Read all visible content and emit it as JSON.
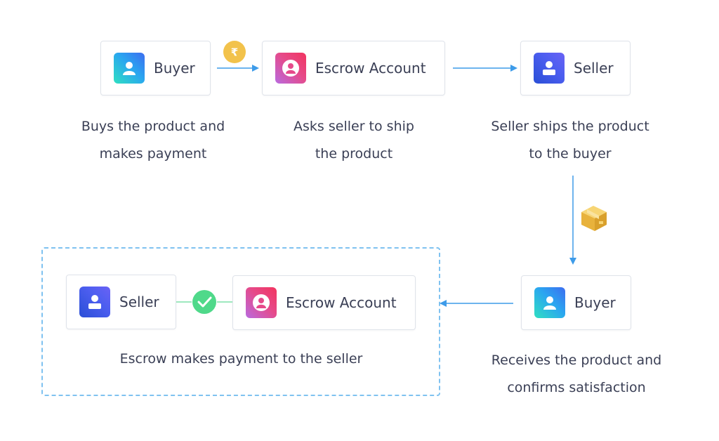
{
  "steps": {
    "buy": {
      "node_label": "Buyer",
      "caption_line1": "Buys the product and",
      "caption_line2": "makes payment"
    },
    "escrow_request": {
      "node_label": "Escrow Account",
      "caption_line1": "Asks seller to ship",
      "caption_line2": "the product"
    },
    "ship": {
      "node_label": "Seller",
      "caption_line1": "Seller ships the product",
      "caption_line2": "to the buyer"
    },
    "receive": {
      "node_label": "Buyer",
      "caption_line1": "Receives the product and",
      "caption_line2": "confirms satisfaction"
    },
    "payout": {
      "seller_label": "Seller",
      "escrow_label": "Escrow Account",
      "caption": "Escrow makes payment to the seller"
    }
  },
  "badges": {
    "currency_symbol": "₹"
  },
  "icons": {
    "buyer": "buyer-icon",
    "escrow": "escrow-account-icon",
    "seller": "seller-icon",
    "payment": "rupee-coin-icon",
    "package": "package-box-icon",
    "confirm": "check-circle-icon"
  },
  "colors": {
    "arrow": "#3d9be9",
    "connector_green": "#7fe0a8",
    "check_green": "#4fd98a",
    "coin": "#f2c24b",
    "dashed_border": "#7fc2f0",
    "text": "#3a3f55"
  }
}
